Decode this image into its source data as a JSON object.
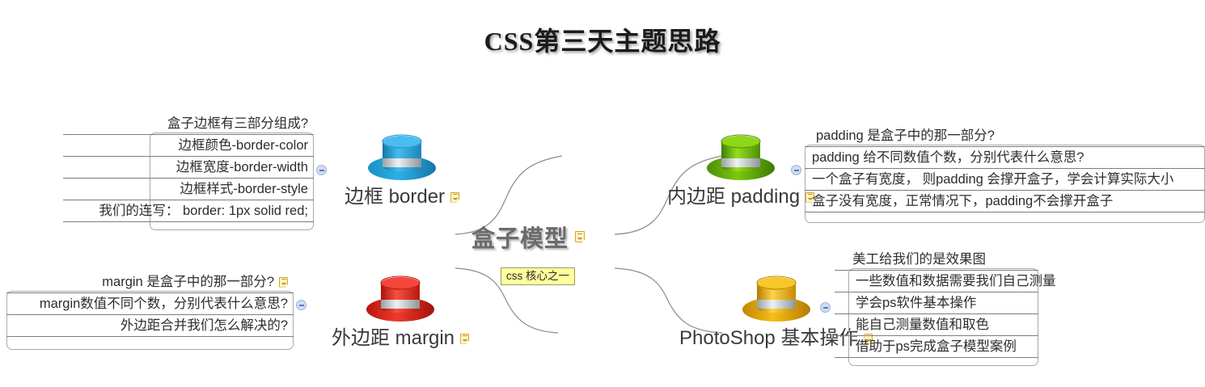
{
  "title": "CSS第三天主题思路",
  "central": {
    "label": "盒子模型",
    "note_icon": "note-icon",
    "callout": "css 核心之一"
  },
  "branches": [
    {
      "id": "border",
      "label": "边框 border",
      "hat_color": "#1a9fd9",
      "hat_name": "blue-hat-icon",
      "side": "left",
      "note_icon": "note-icon",
      "items": [
        {
          "text": "盒子边框有三部分组成?",
          "note": false
        },
        {
          "text": "边框颜色-border-color",
          "note": false
        },
        {
          "text": "边框宽度-border-width",
          "note": false
        },
        {
          "text": "边框样式-border-style",
          "note": false
        },
        {
          "text": "我们的连写：  border: 1px solid red;",
          "note": false
        }
      ]
    },
    {
      "id": "padding",
      "label": "内边距 padding",
      "hat_color": "#69b80b",
      "hat_name": "green-hat-icon",
      "side": "right",
      "note_icon": "note-icon",
      "items": [
        {
          "text": "padding 是盒子中的那一部分?",
          "note": false
        },
        {
          "text": "padding 给不同数值个数，分别代表什么意思?",
          "note": false
        },
        {
          "text": "一个盒子有宽度， 则padding 会撑开盒子，学会计算实际大小",
          "note": false
        },
        {
          "text": "盒子没有宽度，正常情况下，padding不会撑开盒子",
          "note": false
        }
      ]
    },
    {
      "id": "margin",
      "label": "外边距 margin",
      "hat_color": "#e2231a",
      "hat_name": "red-hat-icon",
      "side": "left",
      "note_icon": "note-icon",
      "items": [
        {
          "text": "margin 是盒子中的那一部分?",
          "note": true
        },
        {
          "text": "margin数值不同个数，分别代表什么意思?",
          "note": false
        },
        {
          "text": "外边距合并我们怎么解决的?",
          "note": false
        }
      ]
    },
    {
      "id": "photoshop",
      "label": "PhotoShop 基本操作",
      "hat_color": "#e8a900",
      "hat_name": "yellow-hat-icon",
      "side": "right",
      "note_icon": "note-icon",
      "items": [
        {
          "text": "美工给我们的是效果图",
          "note": false
        },
        {
          "text": "一些数值和数据需要我们自己测量",
          "note": false
        },
        {
          "text": "学会ps软件基本操作",
          "note": false
        },
        {
          "text": "能自己测量数值和取色",
          "note": false
        },
        {
          "text": "借助于ps完成盒子模型案例",
          "note": false
        }
      ]
    }
  ],
  "controls": {
    "collapse_label": "collapse-minus-button"
  },
  "colors": {
    "title_text": "#1b1b1b",
    "central_text": "#6b6b6b",
    "callout_bg": "#ffff9e",
    "callout_border": "#9a9a66",
    "note_icon": "#d6a514",
    "connector": "#8a8a8a",
    "collapse_bg": "#cfdcf3"
  }
}
